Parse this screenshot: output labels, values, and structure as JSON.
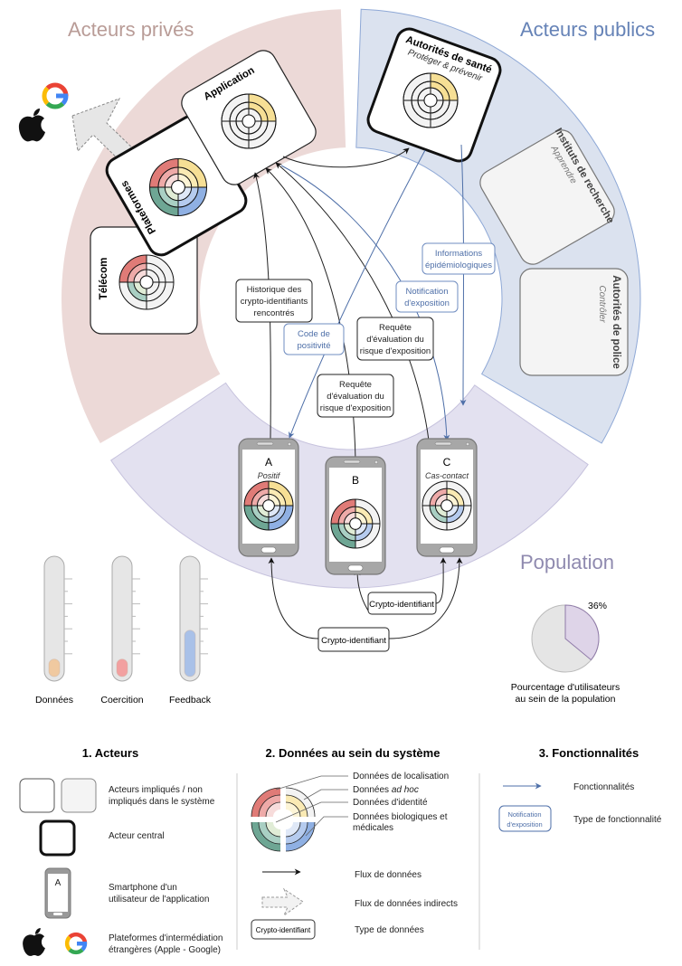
{
  "colors": {
    "private_fill": "#ecd9d7",
    "public_fill": "#dbe2ef",
    "public_stroke": "#8ea8d6",
    "population_fill": "#e3e1f0",
    "population_stroke": "#c6c2dd",
    "private_title": "#b99c97",
    "public_title": "#6683b7",
    "population_title": "#8f8aaf",
    "functional": "#4e6fa8",
    "location": "#e07b77",
    "adhoc": "#f6df95",
    "identity": "#e0ecd6",
    "medical_green": "#6ea694",
    "medical_blue": "#8fb0e3"
  },
  "sectors": {
    "private": "Acteurs privés",
    "public": "Acteurs publics",
    "population": "Population"
  },
  "actors": {
    "plateformes": {
      "title": "Plateformes"
    },
    "application": {
      "title": "Application"
    },
    "telecom": {
      "title": "Télécom"
    },
    "sante": {
      "title": "Autorités de santé",
      "subtitle": "Protéger & prévenir"
    },
    "recherche": {
      "title": "Instituts de recherche",
      "subtitle": "Apprendre"
    },
    "police": {
      "title": "Autorités de police",
      "subtitle": "Contrôler"
    }
  },
  "phones": [
    {
      "letter": "A",
      "status": "Positif"
    },
    {
      "letter": "B",
      "status": ""
    },
    {
      "letter": "C",
      "status": "Cas-contact"
    }
  ],
  "flow_labels": {
    "historique": [
      "Historique des",
      "crypto-identifiants",
      "rencontrés"
    ],
    "requete1": [
      "Requête",
      "d'évaluation du",
      "risque d'exposition"
    ],
    "requete2": [
      "Requête",
      "d'évaluation du",
      "risque d'exposition"
    ],
    "code": [
      "Code de",
      "positivité"
    ],
    "notification": [
      "Notification",
      "d'exposition"
    ],
    "informations": [
      "Informations",
      "épidémiologiques"
    ],
    "crypto1": "Crypto-identifiant",
    "crypto2": "Crypto-identifiant"
  },
  "gauges": [
    {
      "label": "Données",
      "level": 0.15,
      "color": "#f0c9a0"
    },
    {
      "label": "Coercition",
      "level": 0.15,
      "color": "#f2a0a0"
    },
    {
      "label": "Feedback",
      "level": 0.4,
      "color": "#a9c1e8"
    }
  ],
  "users_pie": {
    "percent": 36,
    "percent_label": "36%",
    "caption": [
      "Pourcentage d'utilisateurs",
      "au sein de la population"
    ]
  },
  "legend": {
    "acteurs": {
      "title": "1. Acteurs",
      "items": [
        [
          "Acteurs impliqués / non",
          "impliqués dans le système"
        ],
        [
          "Acteur central"
        ],
        [
          "Smartphone d'un",
          "utilisateur de l'application"
        ],
        [
          "Plateformes d'intermédiation",
          "étrangères (Apple - Google)"
        ]
      ],
      "phone_letter": "A"
    },
    "donnees": {
      "title": "2. Données au sein du système",
      "items": [
        "Données de localisation",
        "Données ad hoc",
        "Données d'identité",
        "Données biologiques et",
        "médicales"
      ],
      "adhoc_prefix": "Données ",
      "adhoc_italic": "ad hoc",
      "flux": "Flux de données",
      "flux_indirects": "Flux de données indirects",
      "type": "Type de données",
      "type_box": "Crypto-identifiant"
    },
    "fonctionnalites": {
      "title": "3. Fonctionnalités",
      "arrow": "Fonctionnalités",
      "type": "Type de fonctionnalité",
      "type_box": [
        "Notification",
        "d'exposition"
      ]
    }
  },
  "target_fills": {
    "plateformes": {
      "loc": true,
      "adhoc": true,
      "id": true,
      "med": true
    },
    "application": {
      "loc": false,
      "adhoc": true,
      "id": false,
      "med": false
    },
    "telecom": {
      "loc": true,
      "adhoc": false,
      "id": true,
      "medgreen": true
    },
    "sante": {
      "loc": false,
      "adhoc": true,
      "id": false,
      "med": false
    },
    "phoneA": {
      "loc": true,
      "adhoc": true,
      "id": true,
      "med": true
    },
    "phoneB": {
      "loc": true,
      "adhoc": true,
      "id": true,
      "med": true
    },
    "phoneC": {
      "loc": "inner",
      "adhoc": "inner",
      "id": "inner",
      "med": "inner"
    }
  }
}
